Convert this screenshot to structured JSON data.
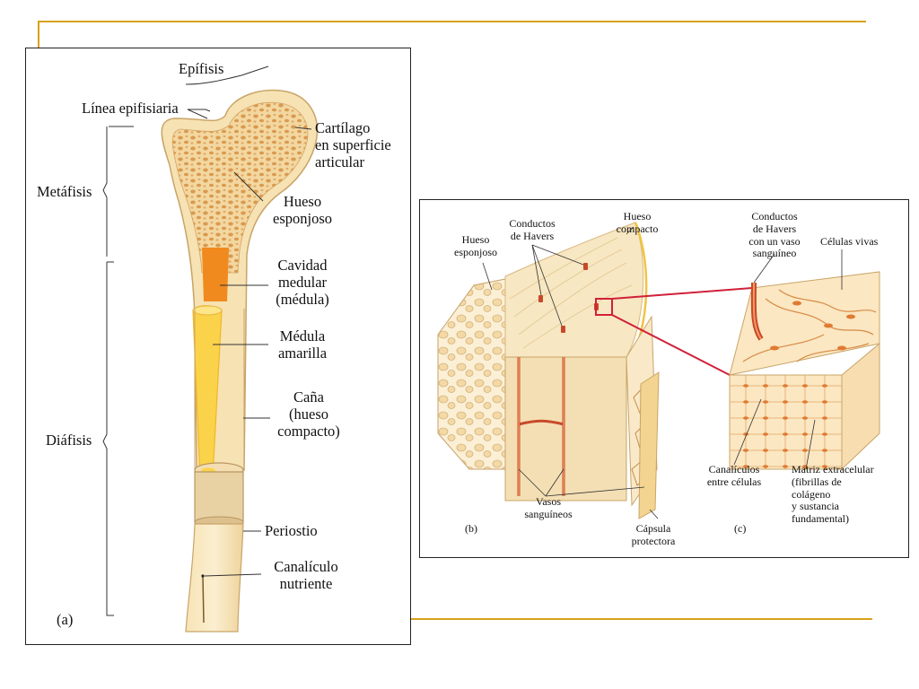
{
  "colors": {
    "accent_rule": "#d9a21b",
    "bone": "#f6e2b3",
    "spongy": "#e6b872",
    "marrow_red": "#f08a1e",
    "marrow_yellow": "#fbd34a",
    "vessel": "#c8492a",
    "highlight_line": "#d0213a"
  },
  "panel_a": {
    "label": "(a)",
    "epifisis": "Epífisis",
    "linea_epifisiaria": "Línea epifisiaria",
    "metafisis": "Metáfisis",
    "diafisis": "Diáfisis",
    "cartilago": [
      "Cartílago",
      "en superficie",
      "articular"
    ],
    "hueso_esponjoso": [
      "Hueso",
      "esponjoso"
    ],
    "cavidad_medular": [
      "Cavidad",
      "medular",
      "(médula)"
    ],
    "medula_amarilla": [
      "Médula",
      "amarilla"
    ],
    "cana": [
      "Caña",
      "(hueso",
      "compacto)"
    ],
    "periostio": "Periostio",
    "canaliculo_nutriente": [
      "Canalículo",
      "nutriente"
    ]
  },
  "panel_bc": {
    "label_b": "(b)",
    "label_c": "(c)",
    "hueso_esponjoso": [
      "Hueso",
      "esponjoso"
    ],
    "conductos_havers": [
      "Conductos",
      "de Havers"
    ],
    "hueso_compacto": [
      "Hueso",
      "compacto"
    ],
    "conductos_vaso": [
      "Conductos",
      "de Havers",
      "con un vaso",
      "sanguíneo"
    ],
    "celulas_vivas": "Células vivas",
    "canaliculos": [
      "Canalículos",
      "entre células"
    ],
    "matriz": [
      "Matriz extracelular",
      "(fibrillas de",
      "colágeno",
      "y sustancia",
      "fundamental)"
    ],
    "vasos": [
      "Vasos",
      "sanguíneos"
    ],
    "capsula": [
      "Cápsula",
      "protectora"
    ]
  }
}
